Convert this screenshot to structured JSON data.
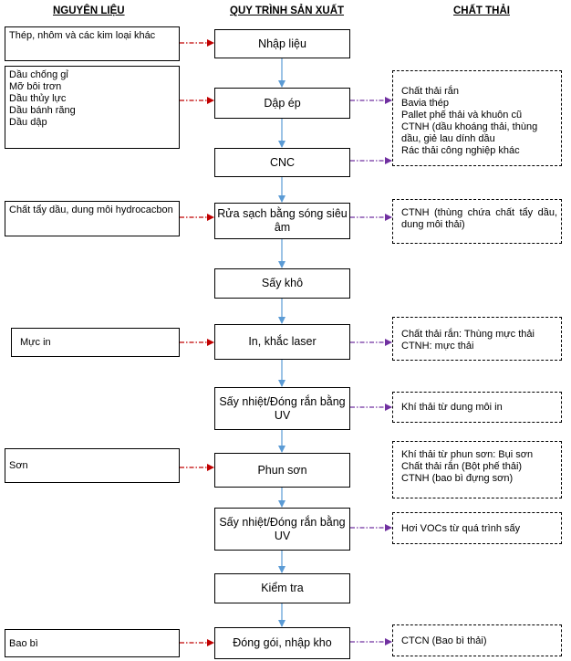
{
  "headers": {
    "inputs": "NGUYÊN LIỆU",
    "process": "QUY TRÌNH SẢN XUẤT",
    "waste": "CHẤT THẢI"
  },
  "steps": [
    {
      "label": "Nhập liệu"
    },
    {
      "label": "Dập ép"
    },
    {
      "label": "CNC"
    },
    {
      "label": "Rửa sạch bằng sóng siêu âm"
    },
    {
      "label": "Sấy khô"
    },
    {
      "label": "In, khắc laser"
    },
    {
      "label": "Sấy nhiệt/Đóng rắn bằng UV"
    },
    {
      "label": "Phun sơn"
    },
    {
      "label": "Sấy nhiệt/Đóng rắn bằng UV"
    },
    {
      "label": "Kiểm tra"
    },
    {
      "label": "Đóng gói, nhập kho"
    }
  ],
  "inputs": [
    {
      "text": "Thép, nhôm và các kim loại khác"
    },
    {
      "lines": [
        "Dầu chống gỉ",
        "Mỡ bôi trơn",
        "Dầu thủy lực",
        "Dầu bánh răng",
        "Dầu dập"
      ]
    },
    {
      "text": "Chất tẩy dầu, dung môi hydrocacbon"
    },
    {
      "text": "Mực in"
    },
    {
      "text": "Sơn"
    },
    {
      "text": "Bao bì"
    }
  ],
  "wastes": [
    {
      "lines": [
        "Chất thải rắn",
        "Bavia thép",
        "Pallet phế thải và khuôn cũ",
        "CTNH (dầu khoáng thải, thùng",
        "dầu, giẻ lau dính dầu",
        "Rác thải công nghiệp khác"
      ]
    },
    {
      "text": "CTNH (thùng chứa chất tẩy dầu, dung môi thải)"
    },
    {
      "lines": [
        "Chất thải rắn: Thùng mực thải",
        "CTNH: mực thải"
      ]
    },
    {
      "text": "Khí thải từ dung môi in"
    },
    {
      "lines": [
        "Khí thải từ phun sơn: Bụi sơn",
        "Chất thải rắn (Bột phế thải)",
        "CTNH (bao bì đựng sơn)"
      ]
    },
    {
      "text": "Hơi VOCs từ quá trình sấy"
    },
    {
      "text": "CTCN (Bao bì thải)"
    }
  ],
  "colors": {
    "flow_arrow": "#5b9bd5",
    "input_arrow": "#c00000",
    "waste_arrow": "#7030a0"
  }
}
